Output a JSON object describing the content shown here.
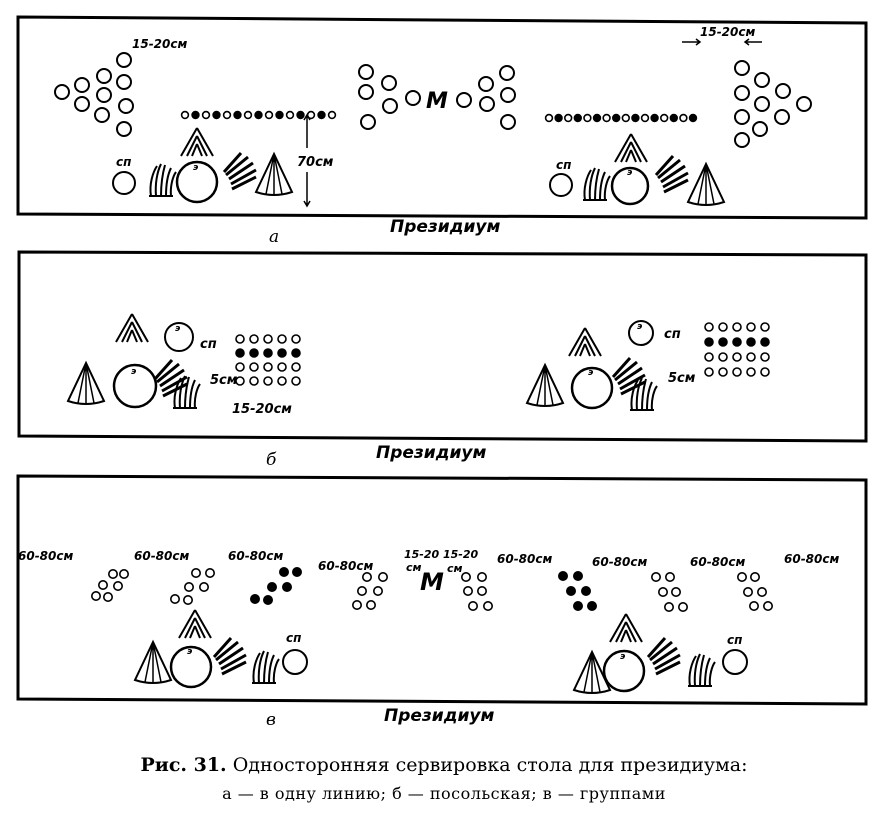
{
  "panels": [
    {
      "letter": "а",
      "title": "Президиум",
      "labels": {
        "top_left": "15-20см",
        "top_right": "15-20см",
        "height": "70см",
        "sp1": "сп",
        "sp2": "сп",
        "mark": "М"
      }
    },
    {
      "letter": "б",
      "title": "Президиум",
      "labels": {
        "sp1": "сп",
        "sp2": "сп",
        "gap1": "5см",
        "gap2": "5см",
        "spacing": "15-20см"
      }
    },
    {
      "letter": "в",
      "title": "Президиум",
      "labels": {
        "d1": "60-80см",
        "d2": "60-80см",
        "d3": "60-80см",
        "d4": "60-80см",
        "d5": "60-80см",
        "d6": "60-80см",
        "d7": "60-80см",
        "d8": "60-80см",
        "s1a": "15-20",
        "s1b": "см",
        "s2a": "15-20",
        "s2b": "см",
        "mark": "М",
        "sp1": "сп",
        "sp2": "сп"
      }
    }
  ],
  "caption": {
    "prefix": "Рис. 31.",
    "title": " Односторонняя сервировка стола для президиума:",
    "subtitle": "а — в одну линию; б — посольская; в — группами"
  }
}
